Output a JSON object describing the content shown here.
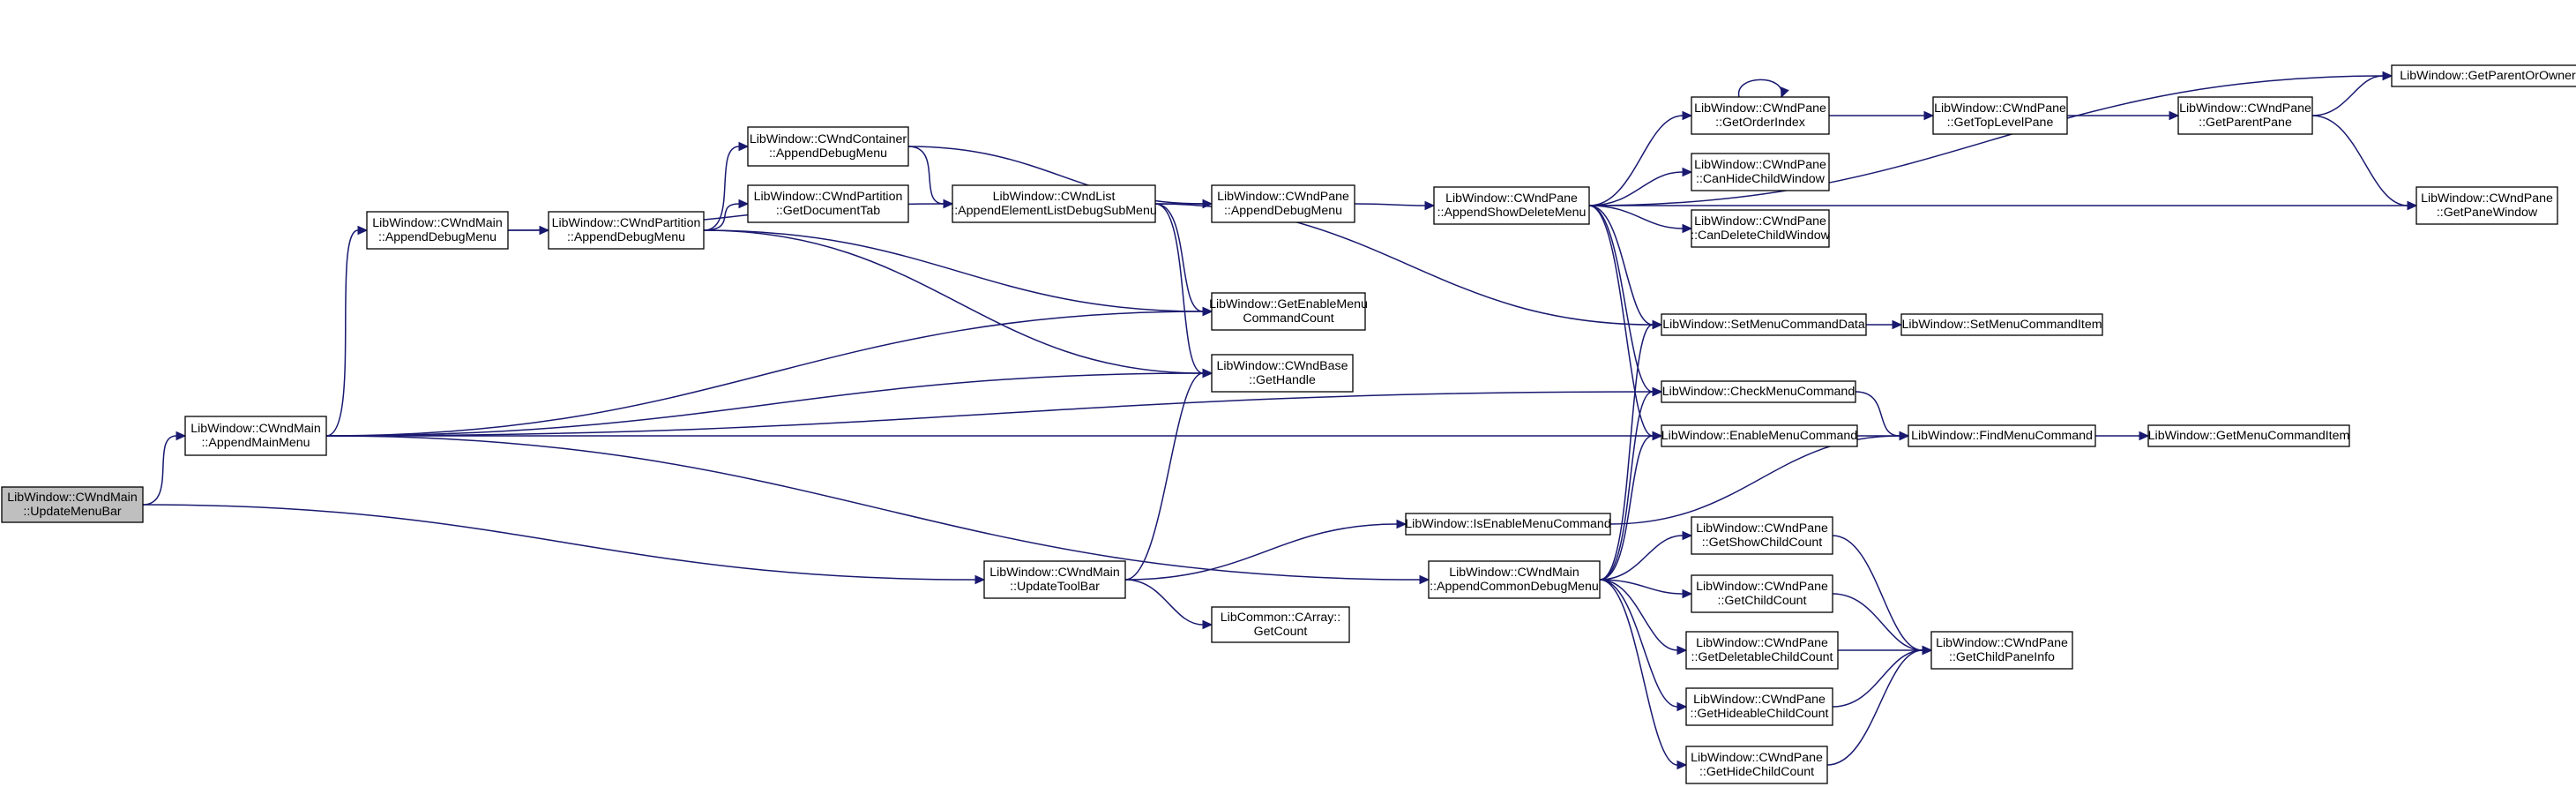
{
  "nodes": [
    {
      "id": "updatemenubar",
      "lines": [
        "LibWindow::CWndMain",
        "::UpdateMenuBar"
      ],
      "root": true
    },
    {
      "id": "appendmainmenu",
      "lines": [
        "LibWindow::CWndMain",
        "::AppendMainMenu"
      ]
    },
    {
      "id": "wndmain_appenddebugmenu",
      "lines": [
        "LibWindow::CWndMain",
        "::AppendDebugMenu"
      ]
    },
    {
      "id": "partition_appenddebugmenu",
      "lines": [
        "LibWindow::CWndPartition",
        "::AppendDebugMenu"
      ]
    },
    {
      "id": "container_appenddebugmenu",
      "lines": [
        "LibWindow::CWndContainer",
        "::AppendDebugMenu"
      ]
    },
    {
      "id": "getdocumenttab",
      "lines": [
        "LibWindow::CWndPartition",
        "::GetDocumentTab"
      ]
    },
    {
      "id": "appendelementlistdebugsubmenu",
      "lines": [
        "LibWindow::CWndList",
        "::AppendElementListDebugSubMenu"
      ]
    },
    {
      "id": "pane_appenddebugmenu",
      "lines": [
        "LibWindow::CWndPane",
        "::AppendDebugMenu"
      ]
    },
    {
      "id": "getenablemenucommandcount",
      "lines": [
        "LibWindow::GetEnableMenu",
        "CommandCount"
      ]
    },
    {
      "id": "gethandle",
      "lines": [
        "LibWindow::CWndBase",
        "::GetHandle"
      ]
    },
    {
      "id": "updatetoolbar",
      "lines": [
        "LibWindow::CWndMain",
        "::UpdateToolBar"
      ]
    },
    {
      "id": "carray_getcount",
      "lines": [
        "LibCommon::CArray::",
        "GetCount"
      ]
    },
    {
      "id": "appendshowdeletemenu",
      "lines": [
        "LibWindow::CWndPane",
        "::AppendShowDeleteMenu"
      ]
    },
    {
      "id": "isenablemenucommand",
      "lines": [
        "LibWindow::IsEnableMenuCommand"
      ]
    },
    {
      "id": "appendcommondebugmenu",
      "lines": [
        "LibWindow::CWndMain",
        "::AppendCommonDebugMenu"
      ]
    },
    {
      "id": "getorderindex",
      "lines": [
        "LibWindow::CWndPane",
        "::GetOrderIndex"
      ]
    },
    {
      "id": "canhidechildwindow",
      "lines": [
        "LibWindow::CWndPane",
        "::CanHideChildWindow"
      ]
    },
    {
      "id": "candeletechildwindow",
      "lines": [
        "LibWindow::CWndPane",
        "::CanDeleteChildWindow"
      ]
    },
    {
      "id": "setmenucommanddata",
      "lines": [
        "LibWindow::SetMenuCommandData"
      ]
    },
    {
      "id": "checkmenucommand",
      "lines": [
        "LibWindow::CheckMenuCommand"
      ]
    },
    {
      "id": "enablemenucommand",
      "lines": [
        "LibWindow::EnableMenuCommand"
      ]
    },
    {
      "id": "getshowchildcount",
      "lines": [
        "LibWindow::CWndPane",
        "::GetShowChildCount"
      ]
    },
    {
      "id": "getchildcount",
      "lines": [
        "LibWindow::CWndPane",
        "::GetChildCount"
      ]
    },
    {
      "id": "getdeletablechildcount",
      "lines": [
        "LibWindow::CWndPane",
        "::GetDeletableChildCount"
      ]
    },
    {
      "id": "gethideablechildcount",
      "lines": [
        "LibWindow::CWndPane",
        "::GetHideableChildCount"
      ]
    },
    {
      "id": "gethidechildcount",
      "lines": [
        "LibWindow::CWndPane",
        "::GetHideChildCount"
      ]
    },
    {
      "id": "gettoplevelpane",
      "lines": [
        "LibWindow::CWndPane",
        "::GetTopLevelPane"
      ]
    },
    {
      "id": "setmenucommanditem",
      "lines": [
        "LibWindow::SetMenuCommandItem"
      ]
    },
    {
      "id": "findmenucommand",
      "lines": [
        "LibWindow::FindMenuCommand"
      ]
    },
    {
      "id": "getchildpaneinfo",
      "lines": [
        "LibWindow::CWndPane",
        "::GetChildPaneInfo"
      ]
    },
    {
      "id": "getparentpane",
      "lines": [
        "LibWindow::CWndPane",
        "::GetParentPane"
      ]
    },
    {
      "id": "getmenucommanditem",
      "lines": [
        "LibWindow::GetMenuCommandItem"
      ]
    },
    {
      "id": "getparentorowner",
      "lines": [
        "LibWindow::GetParentOrOwner"
      ]
    },
    {
      "id": "getpanewindow",
      "lines": [
        "LibWindow::CWndPane",
        "::GetPaneWindow"
      ]
    }
  ],
  "edges": [
    [
      "updatemenubar",
      "appendmainmenu"
    ],
    [
      "updatemenubar",
      "updatetoolbar"
    ],
    [
      "appendmainmenu",
      "wndmain_appenddebugmenu"
    ],
    [
      "appendmainmenu",
      "getenablemenucommandcount"
    ],
    [
      "appendmainmenu",
      "gethandle"
    ],
    [
      "appendmainmenu",
      "checkmenucommand"
    ],
    [
      "appendmainmenu",
      "enablemenucommand"
    ],
    [
      "appendmainmenu",
      "appendcommondebugmenu"
    ],
    [
      "wndmain_appenddebugmenu",
      "partition_appenddebugmenu"
    ],
    [
      "wndmain_appenddebugmenu",
      "appendelementlistdebugsubmenu"
    ],
    [
      "partition_appenddebugmenu",
      "container_appenddebugmenu"
    ],
    [
      "partition_appenddebugmenu",
      "getdocumenttab"
    ],
    [
      "partition_appenddebugmenu",
      "getenablemenucommandcount"
    ],
    [
      "partition_appenddebugmenu",
      "gethandle"
    ],
    [
      "container_appenddebugmenu",
      "appendelementlistdebugsubmenu"
    ],
    [
      "container_appenddebugmenu",
      "pane_appenddebugmenu"
    ],
    [
      "appendelementlistdebugsubmenu",
      "pane_appenddebugmenu"
    ],
    [
      "appendelementlistdebugsubmenu",
      "getenablemenucommandcount"
    ],
    [
      "appendelementlistdebugsubmenu",
      "gethandle"
    ],
    [
      "appendelementlistdebugsubmenu",
      "setmenucommanddata"
    ],
    [
      "pane_appenddebugmenu",
      "appendshowdeletemenu"
    ],
    [
      "updatetoolbar",
      "gethandle"
    ],
    [
      "updatetoolbar",
      "isenablemenucommand"
    ],
    [
      "updatetoolbar",
      "carray_getcount"
    ],
    [
      "appendshowdeletemenu",
      "getparentorowner"
    ],
    [
      "appendshowdeletemenu",
      "getorderindex"
    ],
    [
      "appendshowdeletemenu",
      "canhidechildwindow"
    ],
    [
      "appendshowdeletemenu",
      "candeletechildwindow"
    ],
    [
      "appendshowdeletemenu",
      "getpanewindow"
    ],
    [
      "appendshowdeletemenu",
      "setmenucommanddata"
    ],
    [
      "appendshowdeletemenu",
      "checkmenucommand"
    ],
    [
      "appendshowdeletemenu",
      "enablemenucommand"
    ],
    [
      "isenablemenucommand",
      "findmenucommand"
    ],
    [
      "appendcommondebugmenu",
      "setmenucommanddata"
    ],
    [
      "appendcommondebugmenu",
      "checkmenucommand"
    ],
    [
      "appendcommondebugmenu",
      "enablemenucommand"
    ],
    [
      "appendcommondebugmenu",
      "getshowchildcount"
    ],
    [
      "appendcommondebugmenu",
      "getchildcount"
    ],
    [
      "appendcommondebugmenu",
      "getdeletablechildcount"
    ],
    [
      "appendcommondebugmenu",
      "gethideablechildcount"
    ],
    [
      "appendcommondebugmenu",
      "gethidechildcount"
    ],
    [
      "getorderindex",
      "getorderindex"
    ],
    [
      "getorderindex",
      "gettoplevelpane"
    ],
    [
      "gettoplevelpane",
      "getparentpane"
    ],
    [
      "getparentpane",
      "getparentorowner"
    ],
    [
      "getparentpane",
      "getpanewindow"
    ],
    [
      "setmenucommanddata",
      "setmenucommanditem"
    ],
    [
      "checkmenucommand",
      "findmenucommand"
    ],
    [
      "enablemenucommand",
      "findmenucommand"
    ],
    [
      "findmenucommand",
      "getmenucommanditem"
    ],
    [
      "getshowchildcount",
      "getchildpaneinfo"
    ],
    [
      "getchildcount",
      "getchildpaneinfo"
    ],
    [
      "getdeletablechildcount",
      "getchildpaneinfo"
    ],
    [
      "gethideablechildcount",
      "getchildpaneinfo"
    ],
    [
      "gethidechildcount",
      "getchildpaneinfo"
    ]
  ]
}
